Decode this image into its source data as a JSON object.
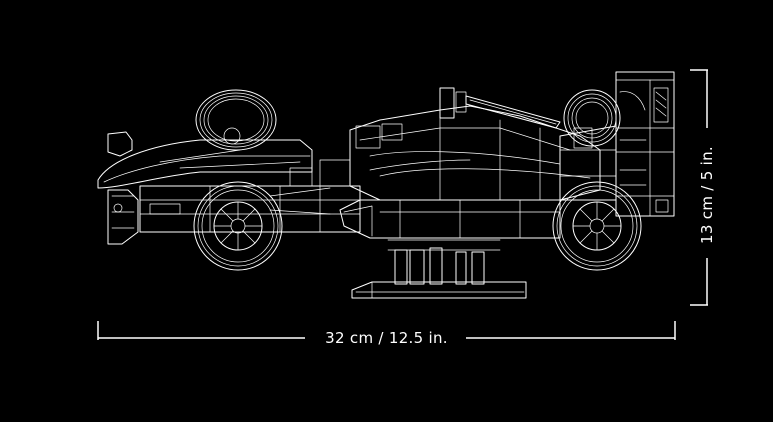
{
  "dimensions": {
    "width_label": "32 cm / 12.5 in.",
    "height_label": "13 cm / 5 in."
  },
  "colors": {
    "background": "#000000",
    "line": "#ffffff"
  },
  "illustration": {
    "subject": "formula-race-car-model-on-stand",
    "style": "white line-art blueprint"
  }
}
